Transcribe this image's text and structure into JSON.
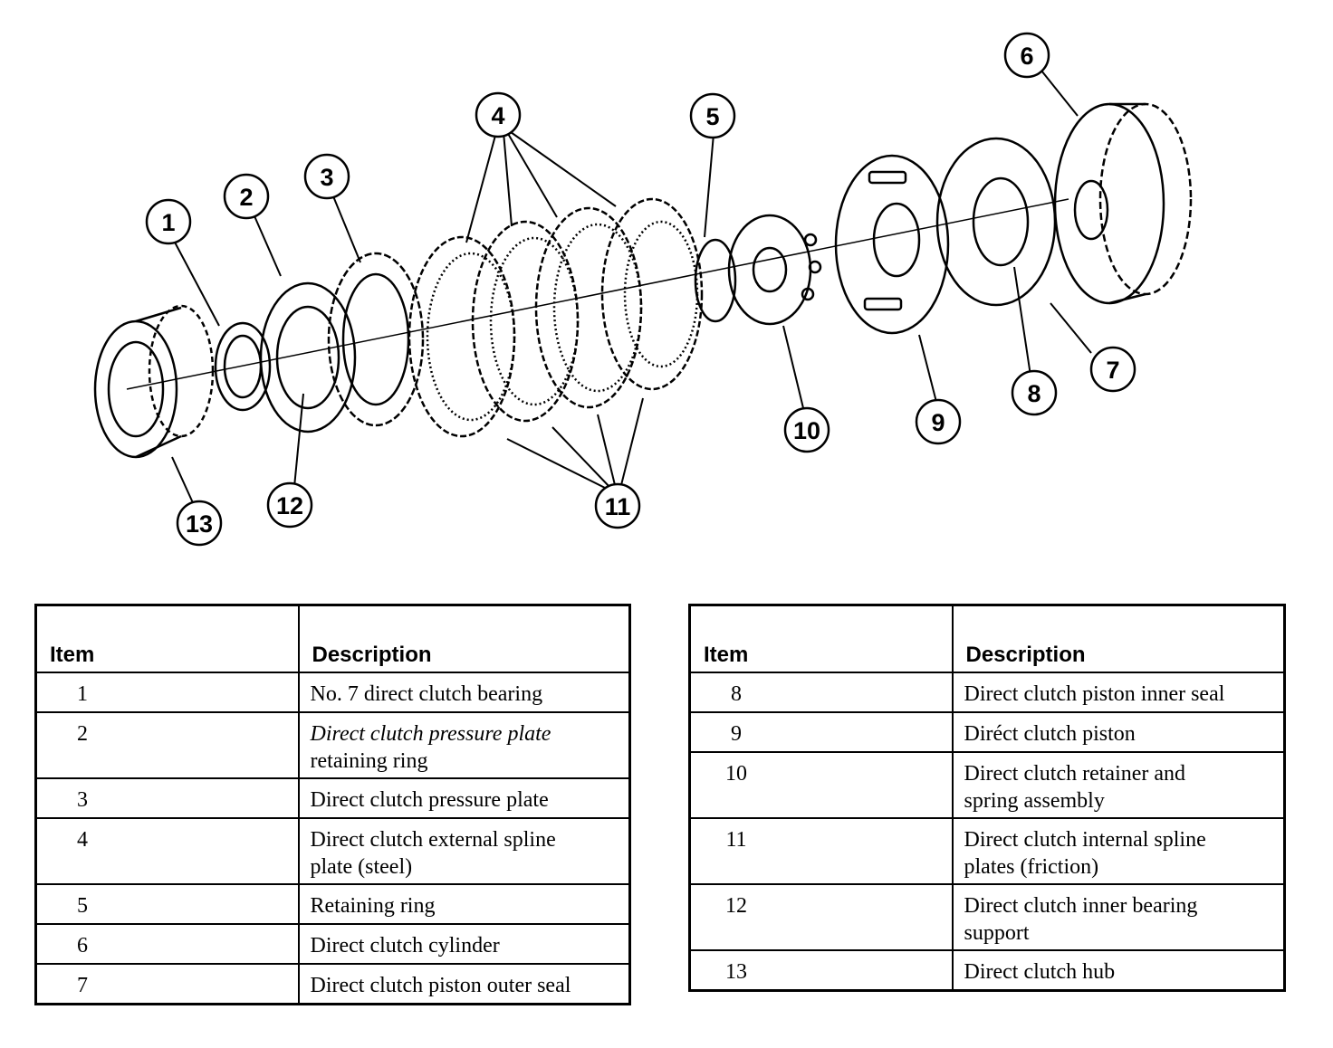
{
  "callouts": [
    "1",
    "2",
    "3",
    "4",
    "5",
    "6",
    "7",
    "8",
    "9",
    "10",
    "11",
    "12",
    "13"
  ],
  "table": {
    "header_item": "Item",
    "header_description": "Description",
    "left_rows": [
      {
        "item": "1",
        "description": "No. 7 direct clutch bearing"
      },
      {
        "item": "2",
        "description_line1": "Direct clutch pressure plate",
        "description_line2": "retaining ring"
      },
      {
        "item": "3",
        "description": "Direct clutch pressure plate"
      },
      {
        "item": "4",
        "description_line1": "Direct clutch external spline",
        "description_line2": "plate (steel)"
      },
      {
        "item": "5",
        "description": "Retaining ring"
      },
      {
        "item": "6",
        "description": "Direct clutch cylinder"
      },
      {
        "item": "7",
        "description": "Direct clutch piston outer seal"
      }
    ],
    "right_rows": [
      {
        "item": "8",
        "description": "Direct clutch piston inner seal"
      },
      {
        "item": "9",
        "description": "Diréct clutch piston"
      },
      {
        "item": "10",
        "description_line1": "Direct clutch retainer and",
        "description_line2": "spring assembly"
      },
      {
        "item": "11",
        "description_line1": "Direct clutch internal spline",
        "description_line2": "plates (friction)"
      },
      {
        "item": "12",
        "description_line1": "Direct clutch inner bearing",
        "description_line2": "support"
      },
      {
        "item": "13",
        "description": "Direct clutch hub"
      }
    ]
  }
}
